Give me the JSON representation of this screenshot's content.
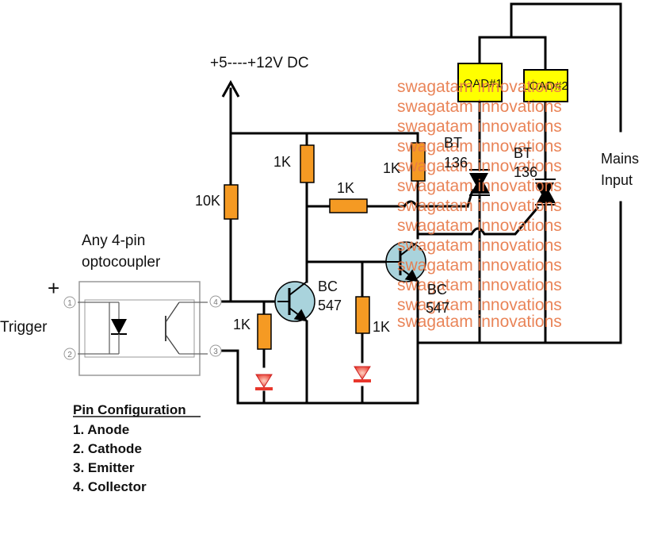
{
  "supply_label": "+5----+12V DC",
  "optocoupler": {
    "title_line1": "Any 4-pin",
    "title_line2": "optocoupler",
    "pins": [
      "1",
      "2",
      "3",
      "4"
    ],
    "plus_sign": "+"
  },
  "trigger_label": "Trigger",
  "resistors": {
    "r10k": "10K",
    "r1k_top": "1K",
    "r1k_mid": "1K",
    "r1k_right": "1K",
    "r1k_base": "1K",
    "r1k_led2": "1K"
  },
  "transistors": {
    "q1_line1": "BC",
    "q1_line2": "547",
    "q2_line1": "BC",
    "q2_line2": "547"
  },
  "triacs": {
    "t1_line1": "BT",
    "t1_line2": "136",
    "t2_line1": "BT",
    "t2_line2": "136"
  },
  "loads": [
    "LOAD#1",
    "LOAD#2"
  ],
  "mains": {
    "line1": "Mains",
    "line2": "Input"
  },
  "pin_config": {
    "title": "Pin Configuration",
    "items": [
      "1. Anode",
      "2. Cathode",
      "3. Emitter",
      "4. Collector"
    ]
  },
  "watermark": "swagatam innovations",
  "colors": {
    "resistor": "#f59a23",
    "transistor": "#a9d3dc",
    "load": "#ffff00",
    "watermark": "#e87a4a",
    "led": "#e8372c"
  }
}
